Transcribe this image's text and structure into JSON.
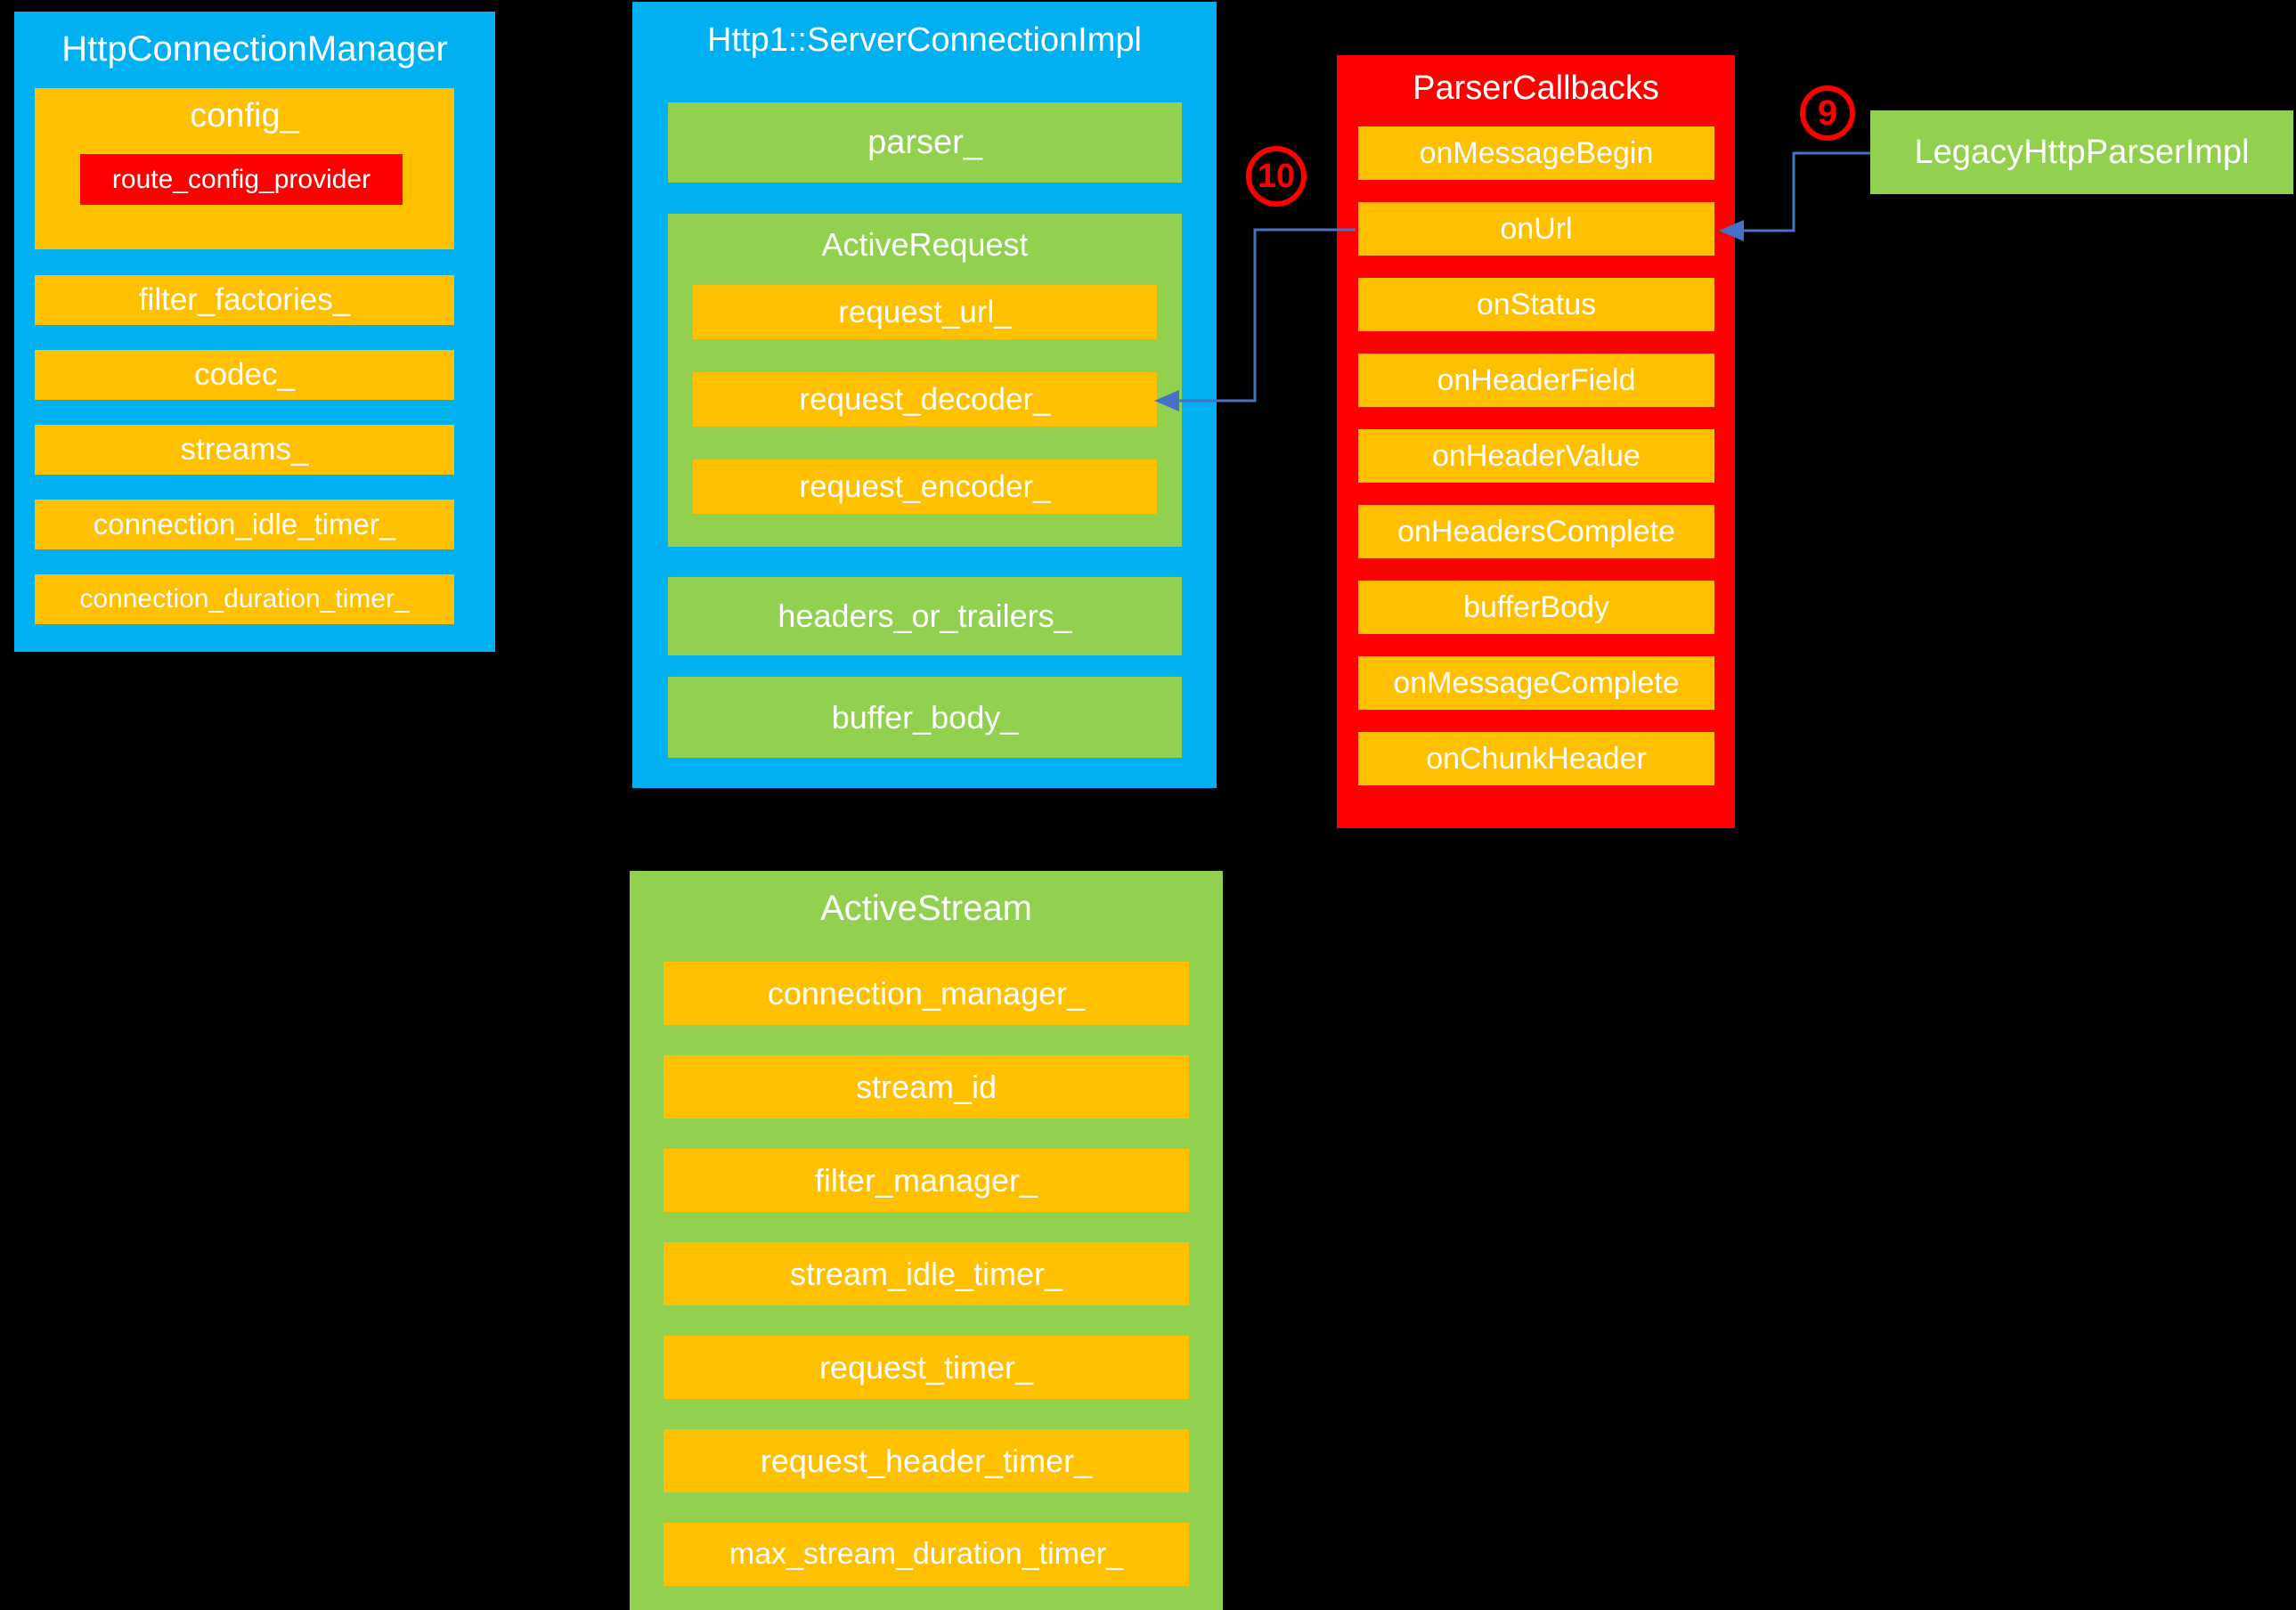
{
  "colors": {
    "background": "#000000",
    "blue": "#00B0F0",
    "green": "#92D050",
    "orange": "#FFC000",
    "red": "#FF0000",
    "connector": "#4472C4",
    "text": "#FFFFFF"
  },
  "boxes": {
    "http_connection_manager": {
      "title": "HttpConnectionManager",
      "config_label": "config_",
      "route_config_provider": "route_config_provider",
      "items": [
        "filter_factories_",
        "codec_",
        "streams_",
        "connection_idle_timer_",
        "connection_duration_timer_"
      ]
    },
    "server_connection_impl": {
      "title": "Http1::ServerConnectionImpl",
      "parser": "parser_",
      "active_request": {
        "title": "ActiveRequest",
        "items": [
          "request_url_",
          "request_decoder_",
          "request_encoder_"
        ]
      },
      "items": [
        "headers_or_trailers_",
        "buffer_body_"
      ]
    },
    "parser_callbacks": {
      "title": "ParserCallbacks",
      "items": [
        "onMessageBegin",
        "onUrl",
        "onStatus",
        "onHeaderField",
        "onHeaderValue",
        "onHeadersComplete",
        "bufferBody",
        "onMessageComplete",
        "onChunkHeader"
      ]
    },
    "legacy_http_parser_impl": {
      "title": "LegacyHttpParserImpl"
    },
    "active_stream": {
      "title": "ActiveStream",
      "items": [
        "connection_manager_",
        "stream_id",
        "filter_manager_",
        "stream_idle_timer_",
        "request_timer_",
        "request_header_timer_",
        "max_stream_duration_timer_"
      ]
    }
  },
  "annotations": {
    "step9": "9",
    "step10": "10"
  }
}
